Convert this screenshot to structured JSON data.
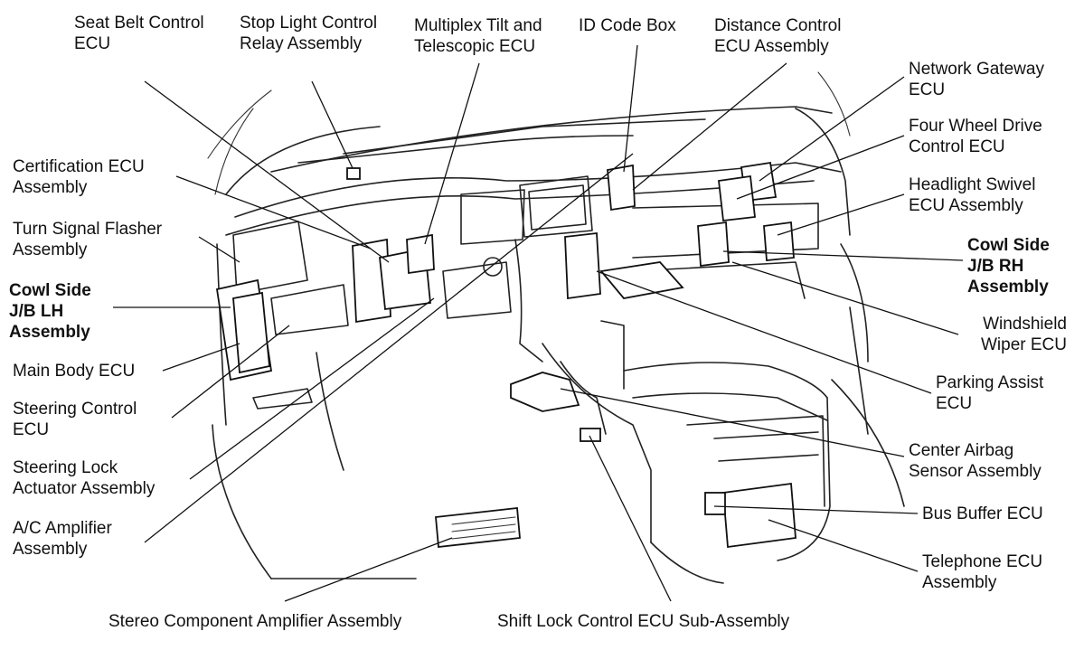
{
  "labels": {
    "seat_belt": "Seat Belt Control\nECU",
    "stop_light": "Stop Light Control\nRelay Assembly",
    "multiplex": "Multiplex Tilt and\nTelescopic ECU",
    "id_code": "ID Code Box",
    "distance": "Distance Control\nECU Assembly",
    "network": "Network Gateway\nECU",
    "four_wheel": "Four Wheel Drive\nControl ECU",
    "headlight": "Headlight Swivel\nECU Assembly",
    "cowl_rh": "Cowl Side\nJ/B RH\nAssembly",
    "wiper": "Windshield\nWiper ECU",
    "parking": "Parking Assist\nECU",
    "airbag": "Center Airbag\nSensor Assembly",
    "bus_buffer": "Bus Buffer ECU",
    "telephone": "Telephone ECU\nAssembly",
    "shift_lock": "Shift Lock Control ECU Sub-Assembly",
    "stereo": "Stereo Component Amplifier Assembly",
    "ac_amp": "A/C Amplifier\nAssembly",
    "steer_lock": "Steering Lock\nActuator Assembly",
    "steer_ctrl": "Steering Control\nECU",
    "main_body": "Main Body ECU",
    "cowl_lh": "Cowl Side\nJ/B LH\nAssembly",
    "turn_signal": "Turn Signal Flasher\nAssembly",
    "certification": "Certification ECU\nAssembly"
  }
}
